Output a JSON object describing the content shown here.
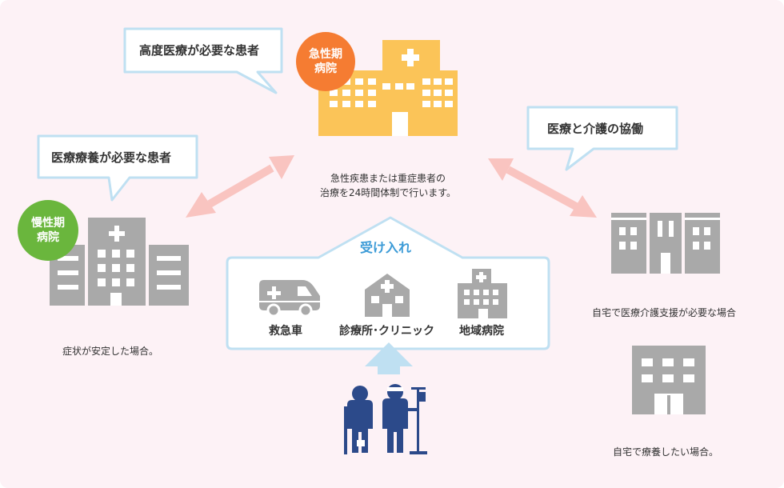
{
  "bubbles": {
    "high_care": "高度医療が必要な患者",
    "recuperation": "医療療養が必要な患者",
    "collaboration": "医療と介護の協働"
  },
  "badges": {
    "acute": [
      "急性期",
      "病院"
    ],
    "chronic": [
      "慢性期",
      "病院"
    ]
  },
  "acute_description": [
    "急性疾患または重症患者の",
    "治療を24時間体制で行います。"
  ],
  "chronic_description": "症状が安定した場合。",
  "home_support": "自宅で医療介護支援が必要な場合",
  "home_recuperation": "自宅で療養したい場合。",
  "intake": {
    "title": "受け入れ",
    "items": [
      {
        "label": "救急車",
        "icon": "ambulance-icon"
      },
      {
        "label": "診療所･クリニック",
        "icon": "clinic-icon"
      },
      {
        "label": "地域病院",
        "icon": "regional-hospital-icon"
      }
    ]
  },
  "colors": {
    "background": "#fdf2f6",
    "bubble_border": "#bfe0f2",
    "acute_hospital": "#fbc458",
    "acute_badge": "#f57c32",
    "chronic_badge": "#6ab63d",
    "gray_building": "#a9a9a9",
    "arrow_pink": "#f9c4c0",
    "intake_title": "#3c9bd7",
    "patient_blue": "#2c4a8a"
  }
}
